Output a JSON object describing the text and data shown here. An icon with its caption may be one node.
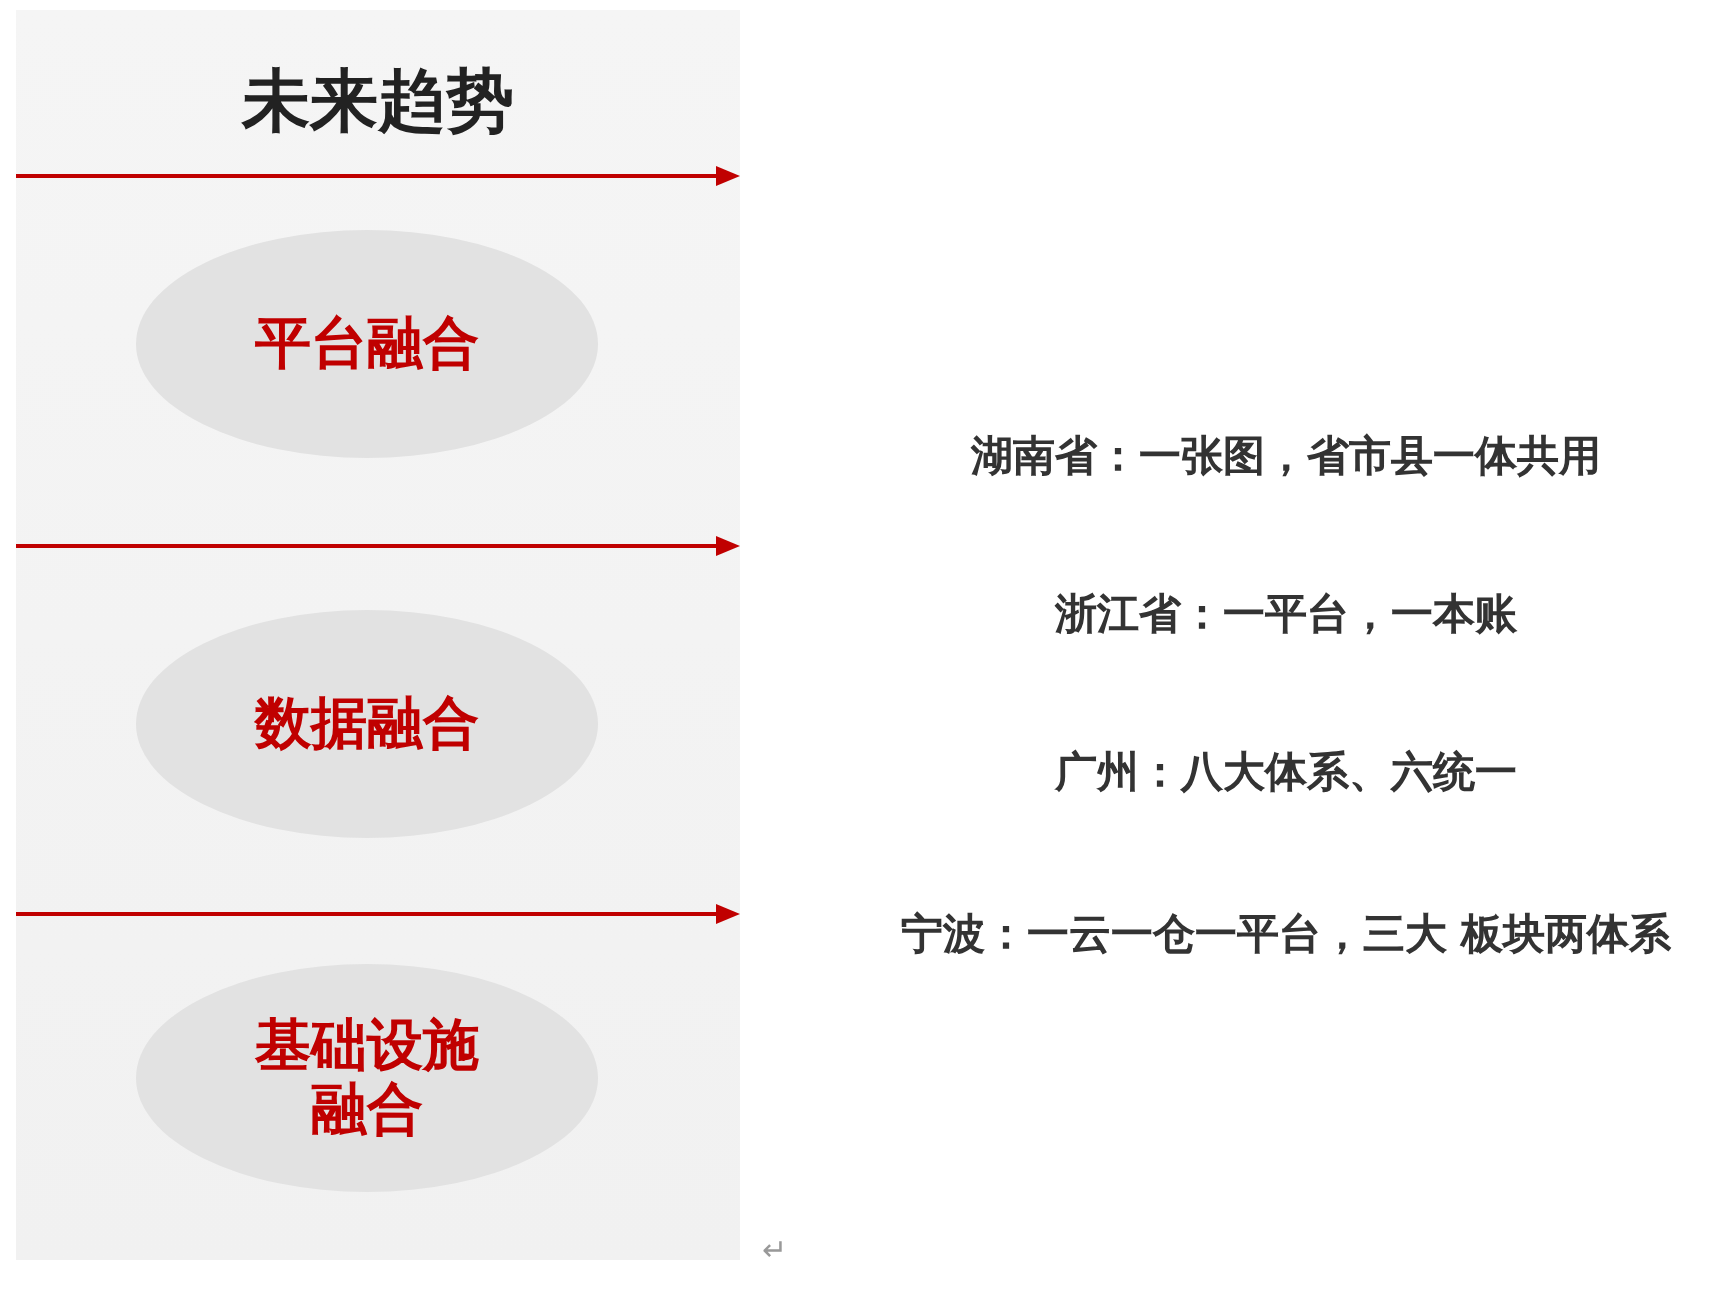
{
  "diagram": {
    "nodes": [
      {
        "text": [
          "未来趋势"
        ]
      },
      {
        "text": [
          "平台融合"
        ],
        "in": 0
      },
      {
        "text": [
          "数据融合"
        ],
        "in": 0
      },
      {
        "text": [
          "基础设施融合"
        ],
        "in": 0
      }
    ],
    "labels": [
      "湖南省：一张图，省市县一体共用",
      "浙江省：一平台，一本账",
      "广州：八大体系、六统一",
      "宁波：一云一仓一平台，三大 板块两体系",
      "↵"
    ]
  }
}
